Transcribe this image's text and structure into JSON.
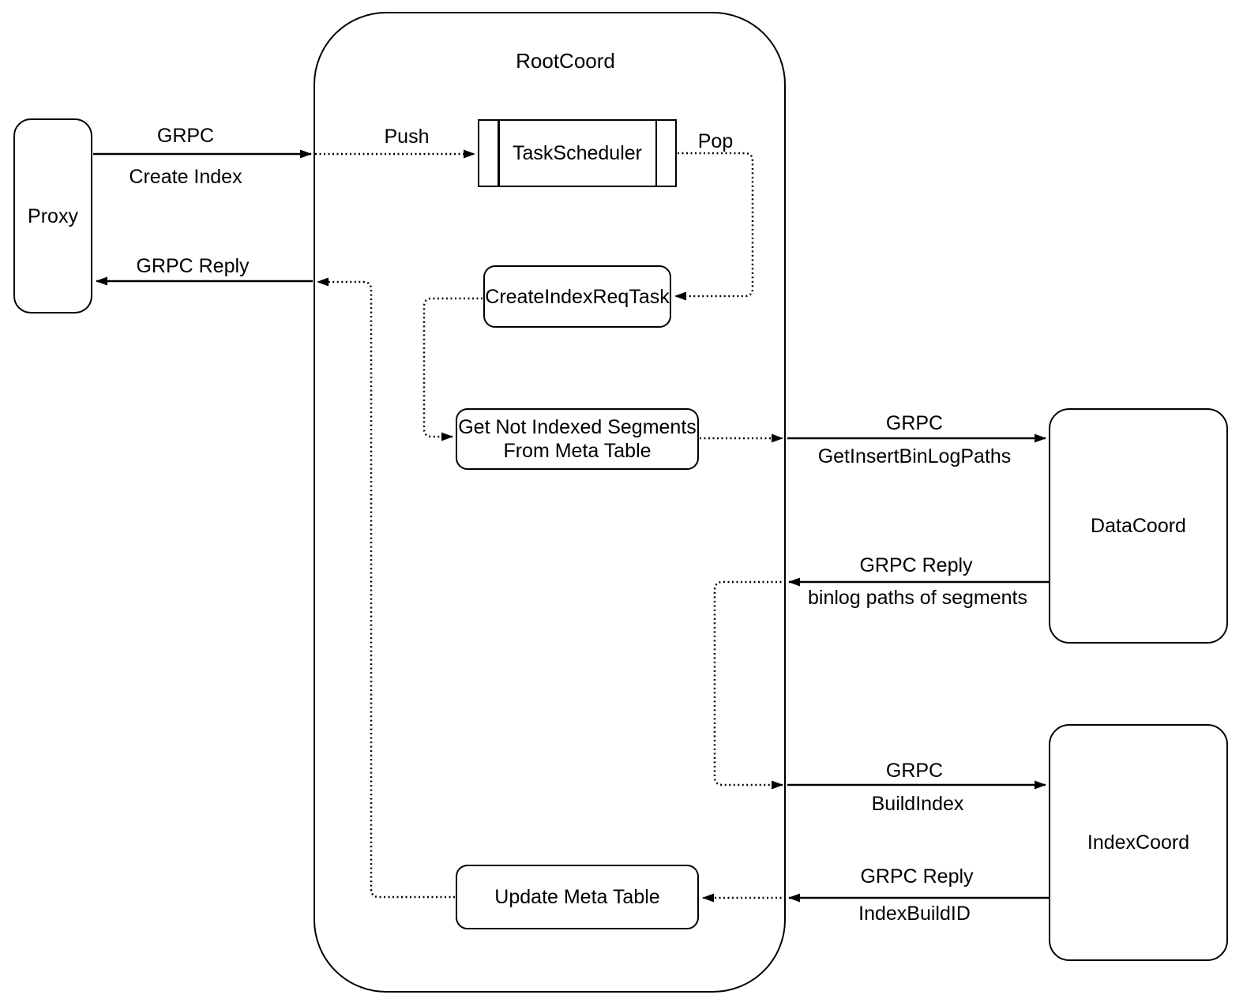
{
  "colors": {
    "stroke": "#000000",
    "background": "#ffffff"
  },
  "root": {
    "title": "RootCoord"
  },
  "nodes": {
    "proxy": "Proxy",
    "task_scheduler": "TaskScheduler",
    "create_index_req_task": "CreateIndexReqTask",
    "get_not_indexed_line1": "Get Not Indexed Segments",
    "get_not_indexed_line2": "From Meta Table",
    "update_meta_table": "Update Meta Table",
    "data_coord": "DataCoord",
    "index_coord": "IndexCoord"
  },
  "edge_labels": {
    "create_index_protocol": "GRPC",
    "create_index_method": "Create Index",
    "proxy_reply": "GRPC Reply",
    "push": "Push",
    "pop": "Pop",
    "get_binlog_protocol": "GRPC",
    "get_binlog_method": "GetInsertBinLogPaths",
    "binlog_reply_protocol": "GRPC Reply",
    "binlog_reply_payload": "binlog paths of segments",
    "build_index_protocol": "GRPC",
    "build_index_method": "BuildIndex",
    "index_build_reply_protocol": "GRPC Reply",
    "index_build_reply_payload": "IndexBuildID"
  }
}
